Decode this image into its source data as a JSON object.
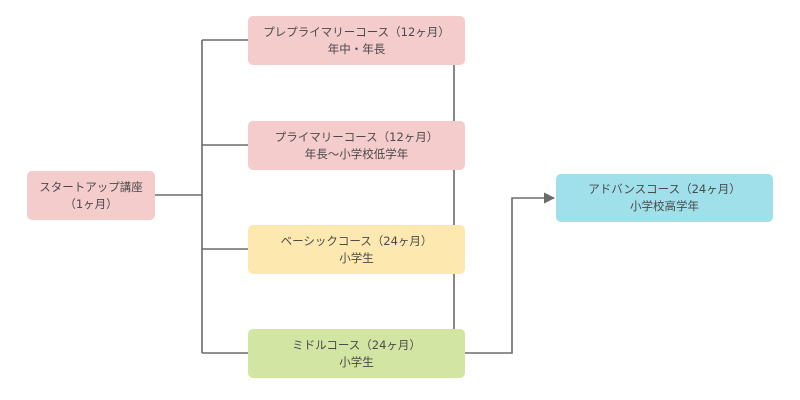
{
  "diagram": {
    "nodes": {
      "startup": {
        "title": "スタートアップ講座",
        "subtitle": "（1ヶ月）",
        "color": "#f4cccc"
      },
      "pre": {
        "title": "プレプライマリーコース（12ヶ月）",
        "subtitle": "年中・年長",
        "color": "#f4cccc"
      },
      "primary": {
        "title": "プライマリーコース（12ヶ月）",
        "subtitle": "年長〜小学校低学年",
        "color": "#f4cccc"
      },
      "basic": {
        "title": "ベーシックコース（24ヶ月）",
        "subtitle": "小学生",
        "color": "#fde9b0"
      },
      "middle": {
        "title": "ミドルコース（24ヶ月）",
        "subtitle": "小学生",
        "color": "#d3e5a3"
      },
      "advanced": {
        "title": "アドバンスコース（24ヶ月）",
        "subtitle": "小学校高学年",
        "color": "#9fe0ea"
      }
    },
    "connector_color": "#6b6b6b"
  }
}
